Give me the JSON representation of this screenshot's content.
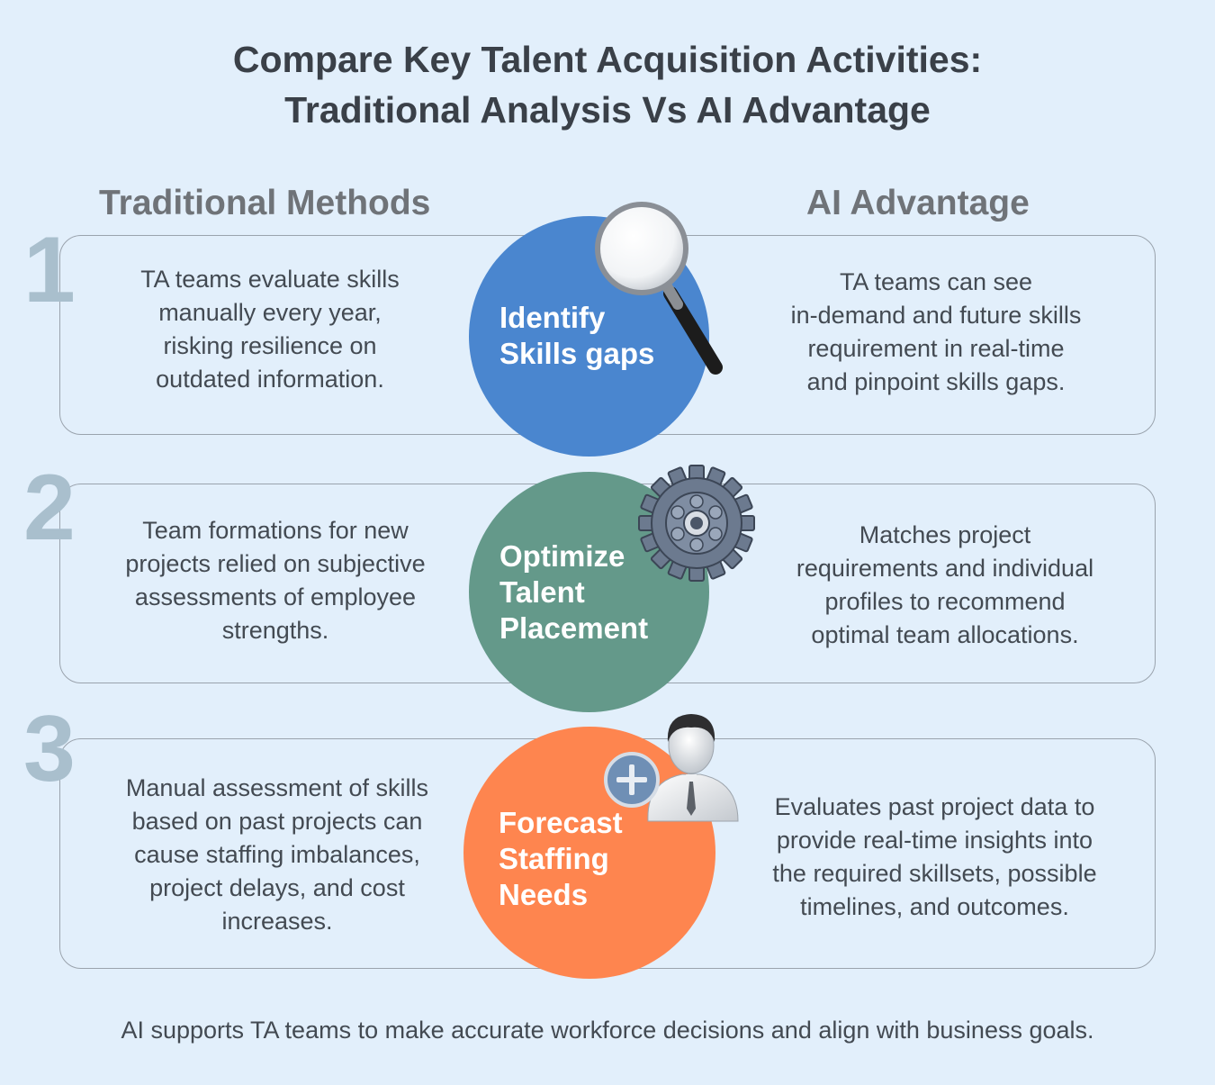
{
  "title": {
    "line1": "Compare Key Talent Acquisition Activities:",
    "line2": "Traditional Analysis Vs AI Advantage"
  },
  "columns": {
    "left": "Traditional Methods",
    "right": "AI Advantage"
  },
  "rows": [
    {
      "number": "1",
      "traditional": [
        "TA teams evaluate skills",
        "manually every year,",
        "risking resilience on",
        "outdated information."
      ],
      "circle_label": [
        "Identify",
        "Skills gaps"
      ],
      "circle_color": "#4a86cf",
      "icon": "magnifier-icon",
      "ai": [
        "TA teams can see",
        "in-demand and future skills",
        "requirement in real-time",
        "and pinpoint skills gaps."
      ]
    },
    {
      "number": "2",
      "traditional": [
        "Team formations for new",
        "projects relied on subjective",
        "assessments of employee",
        "strengths."
      ],
      "circle_label": [
        "Optimize",
        "Talent",
        "Placement"
      ],
      "circle_color": "#64998a",
      "icon": "gear-icon",
      "ai": [
        "Matches project",
        "requirements and individual",
        "profiles to recommend",
        "optimal team allocations."
      ]
    },
    {
      "number": "3",
      "traditional": [
        "Manual assessment of skills",
        "based on past projects can",
        "cause staffing imbalances,",
        "project delays, and cost",
        "increases."
      ],
      "circle_label": [
        "Forecast",
        "Staffing",
        "Needs"
      ],
      "circle_color": "#fe854f",
      "icon": "add-person-icon",
      "ai": [
        "Evaluates past project data to",
        "provide real-time insights into",
        "the required skillsets, possible",
        "timelines, and outcomes."
      ]
    }
  ],
  "footer": "AI supports TA teams to make accurate workforce decisions and align with business goals."
}
